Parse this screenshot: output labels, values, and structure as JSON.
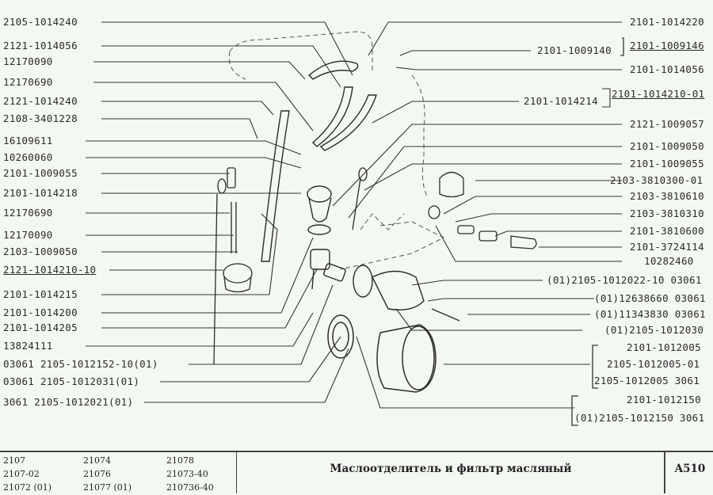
{
  "diagram": {
    "left_labels": [
      {
        "text": "2105-1014240"
      },
      {
        "text": "2121-1014056"
      },
      {
        "text": "12170090"
      },
      {
        "text": "12170690"
      },
      {
        "text": "2121-1014240"
      },
      {
        "text": "2108-3401228"
      },
      {
        "text": "16109611"
      },
      {
        "text": "10260060"
      },
      {
        "text": "2101-1009055"
      },
      {
        "text": "2101-1014218"
      },
      {
        "text": "12170690"
      },
      {
        "text": "12170090"
      },
      {
        "text": "2103-1009050"
      },
      {
        "text": "2121-1014210-10"
      },
      {
        "text": "2101-1014215"
      },
      {
        "text": "2101-1014200"
      },
      {
        "text": "2101-1014205"
      },
      {
        "text": "13824111"
      },
      {
        "text": "03061 2105-1012152-10(01)"
      },
      {
        "text": "03061 2105-1012031(01)"
      },
      {
        "text": "3061 2105-1012021(01)"
      }
    ],
    "right_labels": [
      {
        "text": "2101-1014220"
      },
      {
        "text": "2101-1009146"
      },
      {
        "text": "2101-1009140"
      },
      {
        "text": "2101-1014056"
      },
      {
        "text": "2101-1014214"
      },
      {
        "text": "2101-1014210-01"
      },
      {
        "text": "2121-1009057"
      },
      {
        "text": "2101-1009050"
      },
      {
        "text": "2101-1009055"
      },
      {
        "text": "2103-3810300-01"
      },
      {
        "text": "2103-3810610"
      },
      {
        "text": "2103-3810310"
      },
      {
        "text": "2101-3810600"
      },
      {
        "text": "2101-3724114"
      },
      {
        "text": "10282460"
      },
      {
        "text": "(01)2105-1012022-10 03061"
      },
      {
        "text": "(01)12638660 03061"
      },
      {
        "text": "(01)11343830 03061"
      },
      {
        "text": "(01)2105-1012030"
      },
      {
        "text": "2101-1012005"
      },
      {
        "text": "2105-1012005-01"
      },
      {
        "text": "2105-1012005 3061"
      },
      {
        "text": "2101-1012150"
      },
      {
        "text": "(01)2105-1012150 3061"
      }
    ]
  },
  "footer": {
    "models": [
      [
        "2107",
        "21074",
        "21078"
      ],
      [
        "2107-02",
        "21076",
        "21073-40"
      ],
      [
        "21072 (01)",
        "21077 (01)",
        "210736-40"
      ]
    ],
    "title": "Маслоотделитель и фильтр масляный",
    "code": "A510"
  }
}
